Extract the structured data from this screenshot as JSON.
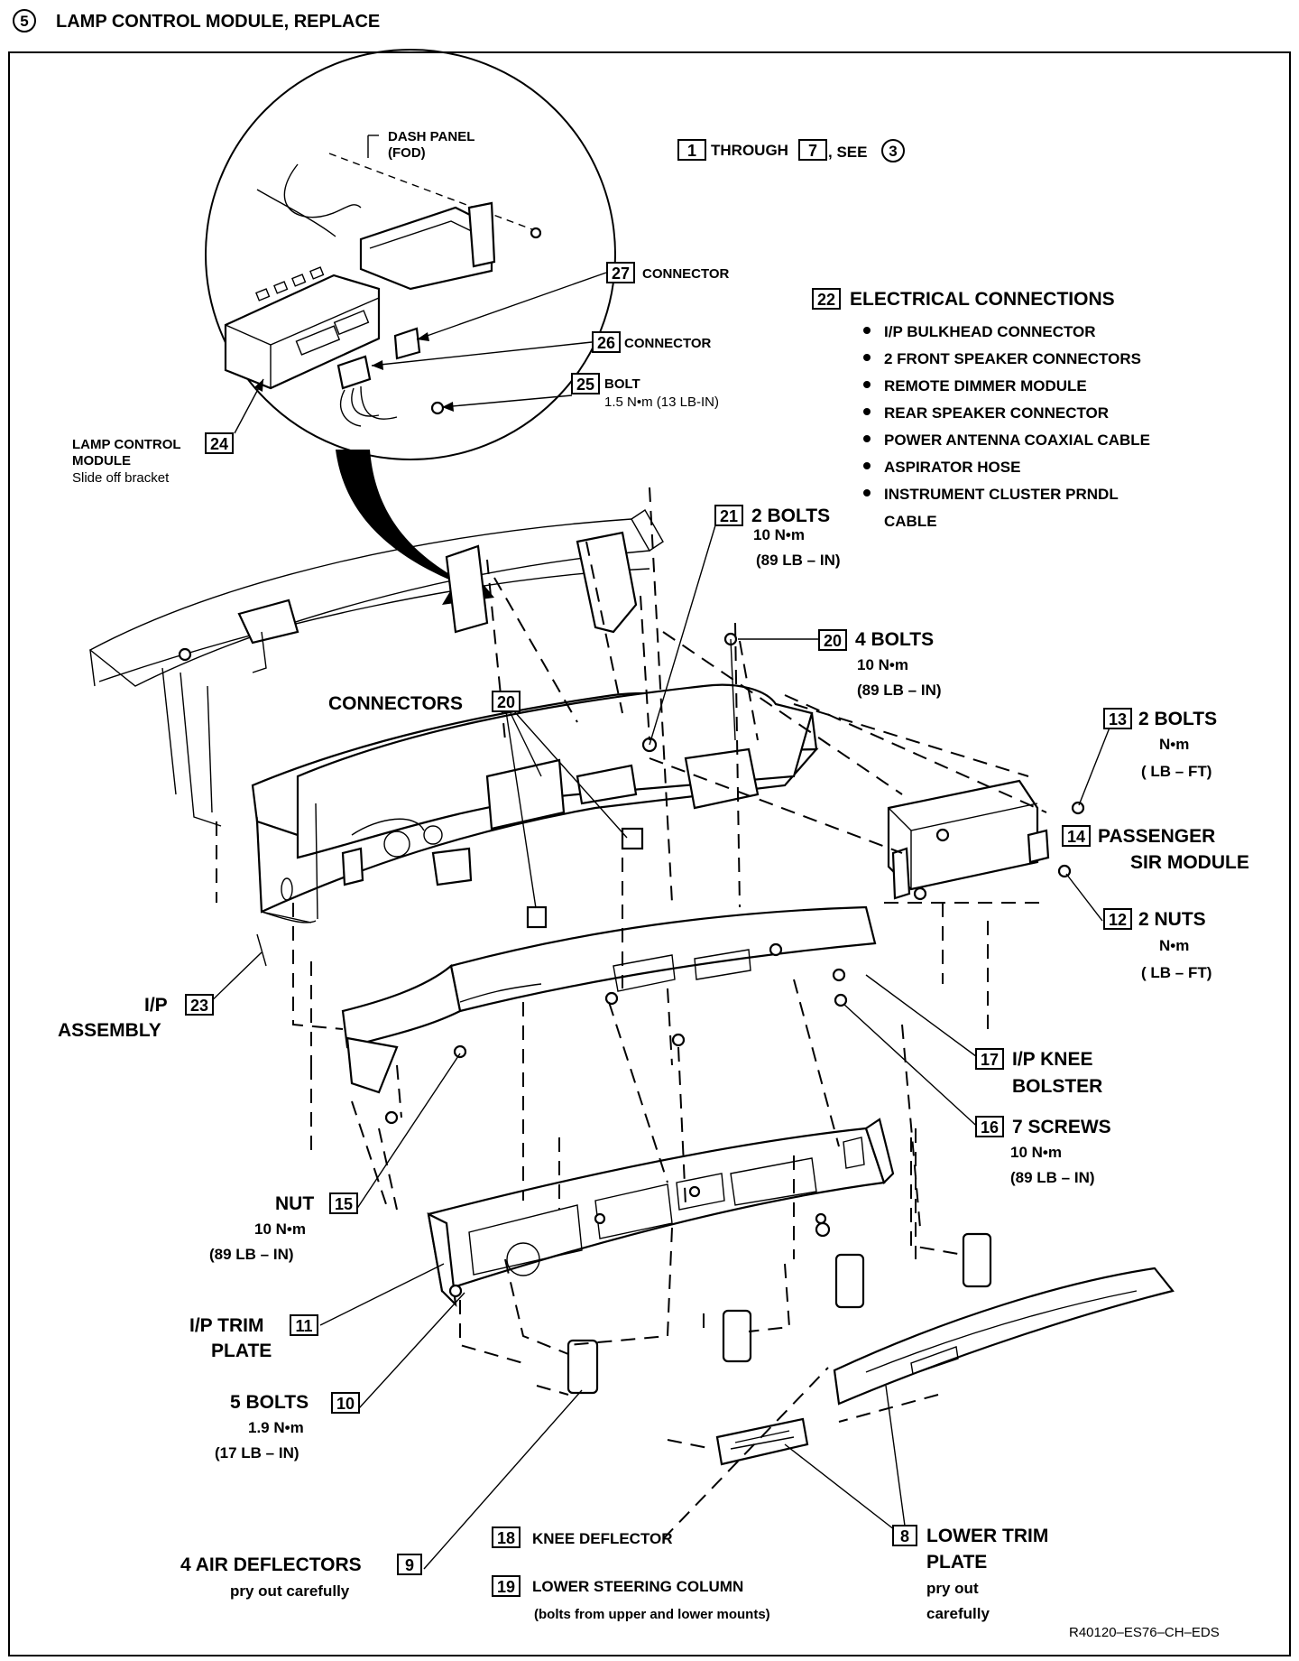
{
  "step_number": "5",
  "title": "LAMP CONTROL MODULE, REPLACE",
  "header_note": {
    "first": "1",
    "through": "THROUGH",
    "last": "7",
    "see": ", SEE",
    "ref": "3"
  },
  "electrical": {
    "num": "22",
    "title": "ELECTRICAL CONNECTIONS",
    "items": [
      "I/P BULKHEAD CONNECTOR",
      "2 FRONT SPEAKER CONNECTORS",
      "REMOTE DIMMER MODULE",
      "REAR SPEAKER CONNECTOR",
      "POWER ANTENNA COAXIAL CABLE",
      "ASPIRATOR HOSE",
      "INSTRUMENT CLUSTER PRNDL",
      "CABLE"
    ]
  },
  "callouts": {
    "dash_panel": {
      "line1": "DASH PANEL",
      "line2": "(FOD)"
    },
    "c27": {
      "num": "27",
      "text": "CONNECTOR"
    },
    "c26": {
      "num": "26",
      "text": "CONNECTOR"
    },
    "c25": {
      "num": "25",
      "text": "BOLT",
      "torque": "1.5 N•m (13 LB-IN)"
    },
    "c24": {
      "num": "24",
      "line1": "LAMP CONTROL",
      "line2": "MODULE",
      "note": "Slide off bracket"
    },
    "c21": {
      "num": "21",
      "text": "2 BOLTS",
      "torque1": "10 N•m",
      "torque2": "(89  LB – IN)"
    },
    "c20a": {
      "num": "20",
      "text": "4 BOLTS",
      "torque1": "10 N•m",
      "torque2": "(89  LB – IN)"
    },
    "c20b": {
      "num": "20",
      "text": "CONNECTORS"
    },
    "c13": {
      "num": "13",
      "text": "2 BOLTS",
      "torque1": "N•m",
      "torque2": "(   LB – FT)"
    },
    "c14": {
      "num": "14",
      "line1": "PASSENGER",
      "line2": "SIR MODULE"
    },
    "c12": {
      "num": "12",
      "text": "2 NUTS",
      "torque1": "N•m",
      "torque2": "(   LB – FT)"
    },
    "c23": {
      "num": "23",
      "line1": "I/P",
      "line2": "ASSEMBLY"
    },
    "c17": {
      "num": "17",
      "line1": "I/P KNEE",
      "line2": "BOLSTER"
    },
    "c16": {
      "num": "16",
      "text": "7 SCREWS",
      "torque1": "10 N•m",
      "torque2": "(89  LB – IN)"
    },
    "c15": {
      "num": "15",
      "text": "NUT",
      "torque1": "10 N•m",
      "torque2": "(89  LB – IN)"
    },
    "c11": {
      "num": "11",
      "line1": "I/P TRIM",
      "line2": "PLATE"
    },
    "c10": {
      "num": "10",
      "text": "5 BOLTS",
      "torque1": "1.9 N•m",
      "torque2": "(17 LB – IN)"
    },
    "c9": {
      "num": "9",
      "text": "4 AIR DEFLECTORS",
      "note": "pry out carefully"
    },
    "c18": {
      "num": "18",
      "text": "KNEE DEFLECTOR"
    },
    "c19": {
      "num": "19",
      "text": "LOWER STEERING COLUMN",
      "note": "(bolts from upper and lower mounts)"
    },
    "c8": {
      "num": "8",
      "line1": "LOWER TRIM",
      "line2": "PLATE",
      "note1": "pry out",
      "note2": "carefully"
    }
  },
  "figure_code": "R40120–ES76–CH–EDS"
}
